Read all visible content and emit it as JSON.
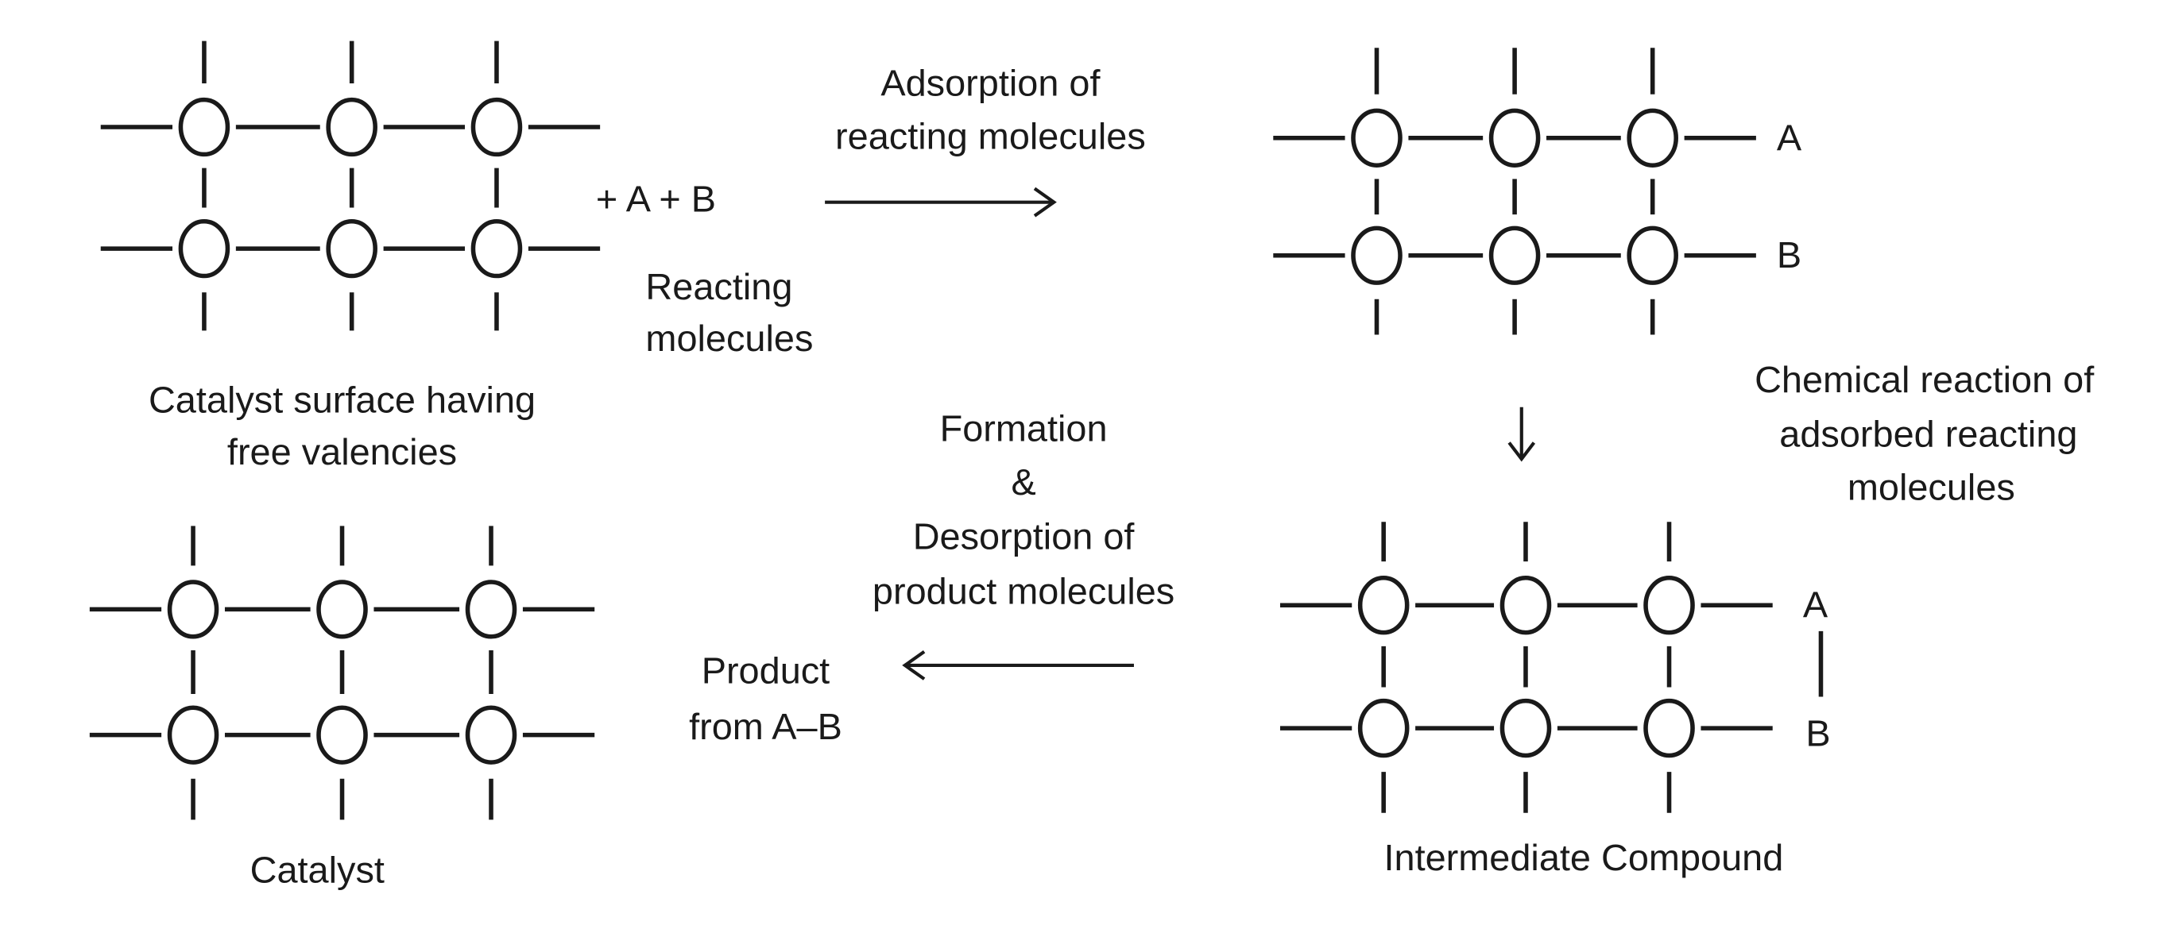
{
  "catalyst_surface": {
    "label_line1": "Catalyst surface having",
    "label_line2": "free valencies"
  },
  "reactants": {
    "text": "+ A + B",
    "label_line1": "Reacting",
    "label_line2": "molecules"
  },
  "step_adsorption": {
    "line1": "Adsorption of",
    "line2": "reacting molecules"
  },
  "adsorbed": {
    "atom_a": "A",
    "atom_b": "B"
  },
  "step_reaction": {
    "line1": "Chemical reaction of",
    "line2": "adsorbed reacting",
    "line3": "molecules"
  },
  "intermediate": {
    "atom_a": "A",
    "atom_b": "B",
    "label": "Intermediate Compound"
  },
  "step_desorption": {
    "line1": "Formation",
    "line2": "&",
    "line3": "Desorption of",
    "line4": "product molecules"
  },
  "product": {
    "line1": "Product",
    "line2": "from A–B"
  },
  "catalyst": {
    "label": "Catalyst"
  }
}
